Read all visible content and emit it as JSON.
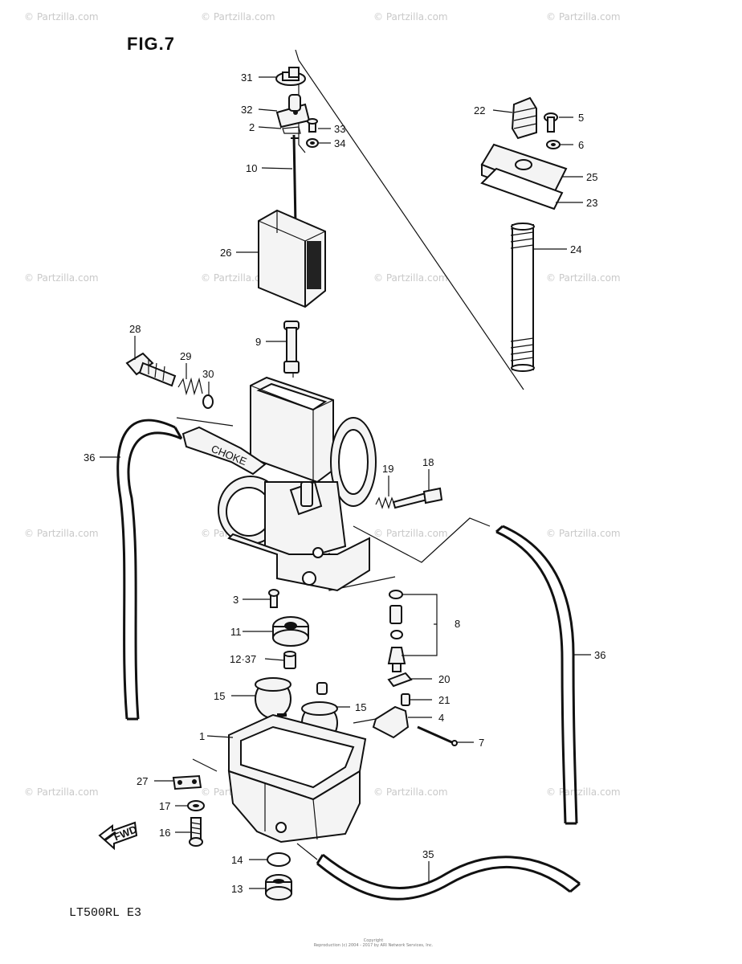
{
  "figure": {
    "title": "FIG.7",
    "model": "LT500RL  E3",
    "footer_line1": "Copyright",
    "footer_line2": "Reproduction (c) 2004 - 2017 by ARI Network Services, Inc."
  },
  "watermark": "© Partzilla.com",
  "labels": {
    "l1": "1",
    "l2": "2",
    "l3": "3",
    "l4": "4",
    "l5": "5",
    "l6": "6",
    "l7": "7",
    "l8": "8",
    "l9": "9",
    "l10": "10",
    "l11": "11",
    "l1237": "12·37",
    "l13": "13",
    "l14": "14",
    "l15a": "15",
    "l15b": "15",
    "l16": "16",
    "l17": "17",
    "l18": "18",
    "l19": "19",
    "l20": "20",
    "l21": "21",
    "l22": "22",
    "l23": "23",
    "l24": "24",
    "l25": "25",
    "l26": "26",
    "l27": "27",
    "l28": "28",
    "l29": "29",
    "l30": "30",
    "l31": "31",
    "l32": "32",
    "l33": "33",
    "l34": "34",
    "l35": "35",
    "l36a": "36",
    "l36b": "36"
  },
  "fwd": "FWD",
  "choke": "CHOKE"
}
